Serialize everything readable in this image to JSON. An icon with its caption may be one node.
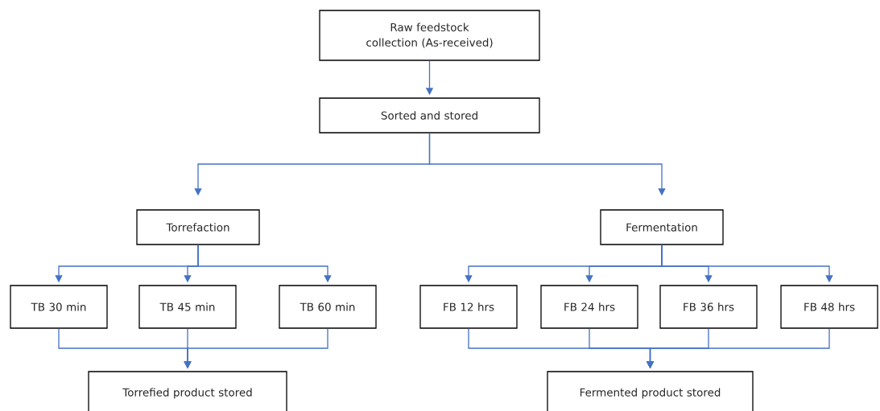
{
  "diagram": {
    "nodes": [
      {
        "text": [
          "Raw feedstock collection (As-received)"
        ]
      },
      {
        "text": [
          "Sorted and stored"
        ]
      },
      {
        "text": [
          "Torrefaction"
        ]
      },
      {
        "text": [
          "Fermentation"
        ]
      },
      {
        "text": [
          "TB 30 min"
        ]
      },
      {
        "text": [
          "TB 45 min"
        ]
      },
      {
        "text": [
          "TB 60 min"
        ]
      },
      {
        "text": [
          "FB 12 hrs"
        ]
      },
      {
        "text": [
          "FB 24 hrs"
        ]
      },
      {
        "text": [
          "FB 36 hrs"
        ]
      },
      {
        "text": [
          "FB 48 hrs"
        ]
      },
      {
        "text": [
          "Torrefied product stored"
        ]
      },
      {
        "text": [
          "Fermented product stored"
        ]
      }
    ],
    "edges": [
      {
        "from": 0,
        "to": 1,
        "arrow": "to"
      },
      {
        "from": 1,
        "to": 2,
        "arrow": "to"
      },
      {
        "from": 1,
        "to": 3,
        "arrow": "to"
      },
      {
        "from": 2,
        "to": 4,
        "arrow": "to"
      },
      {
        "from": 2,
        "to": 5,
        "arrow": "to"
      },
      {
        "from": 2,
        "to": 6,
        "arrow": "to"
      },
      {
        "from": 3,
        "to": 7,
        "arrow": "to"
      },
      {
        "from": 3,
        "to": 8,
        "arrow": "to"
      },
      {
        "from": 3,
        "to": 9,
        "arrow": "to"
      },
      {
        "from": 3,
        "to": 10,
        "arrow": "to"
      },
      {
        "from": 4,
        "to": 11,
        "arrow": "to"
      },
      {
        "from": 5,
        "to": 11,
        "arrow": "to"
      },
      {
        "from": 6,
        "to": 11,
        "arrow": "to"
      },
      {
        "from": 7,
        "to": 12,
        "arrow": "to"
      },
      {
        "from": 8,
        "to": 12,
        "arrow": "to"
      },
      {
        "from": 9,
        "to": 12,
        "arrow": "to"
      },
      {
        "from": 10,
        "to": 12,
        "arrow": "to"
      }
    ]
  }
}
